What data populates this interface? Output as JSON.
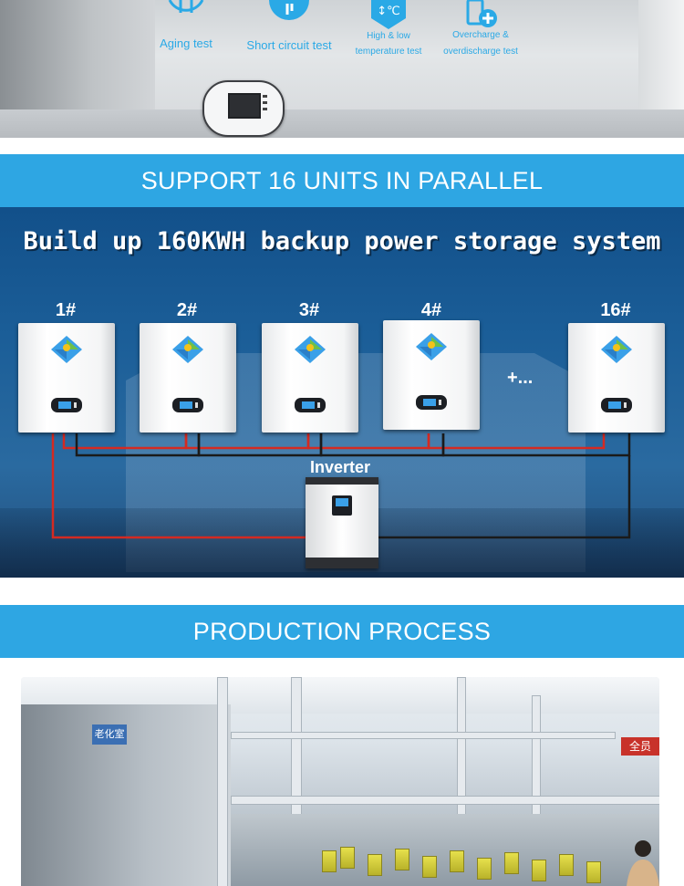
{
  "test_section": {
    "items": [
      {
        "label": "Aging test",
        "icon": "aging-test-icon"
      },
      {
        "label": "Short circuit test",
        "icon": "short-circuit-icon"
      },
      {
        "label_line1": "High & low",
        "label_line2": "temperature test",
        "icon": "temperature-icon"
      },
      {
        "label_line1": "Overcharge &",
        "label_line2": "overdischarge test",
        "icon": "battery-plus-icon"
      }
    ]
  },
  "parallel_header": "SUPPORT 16 UNITS IN PARALLEL",
  "parallel_section": {
    "headline": "Build up 160KWH backup power storage system",
    "units": [
      "1#",
      "2#",
      "3#",
      "4#",
      "16#"
    ],
    "more": "+...",
    "inverter": "Inverter"
  },
  "production_header": "PRODUCTION PROCESS",
  "production_photo": {
    "sign_room": "老化室",
    "sign_red": "全员"
  },
  "colors": {
    "accent_blue": "#2ea6e3",
    "wire_red": "#d42a22",
    "wire_black": "#1a1a1a",
    "section_navy": "#1b5e98"
  }
}
